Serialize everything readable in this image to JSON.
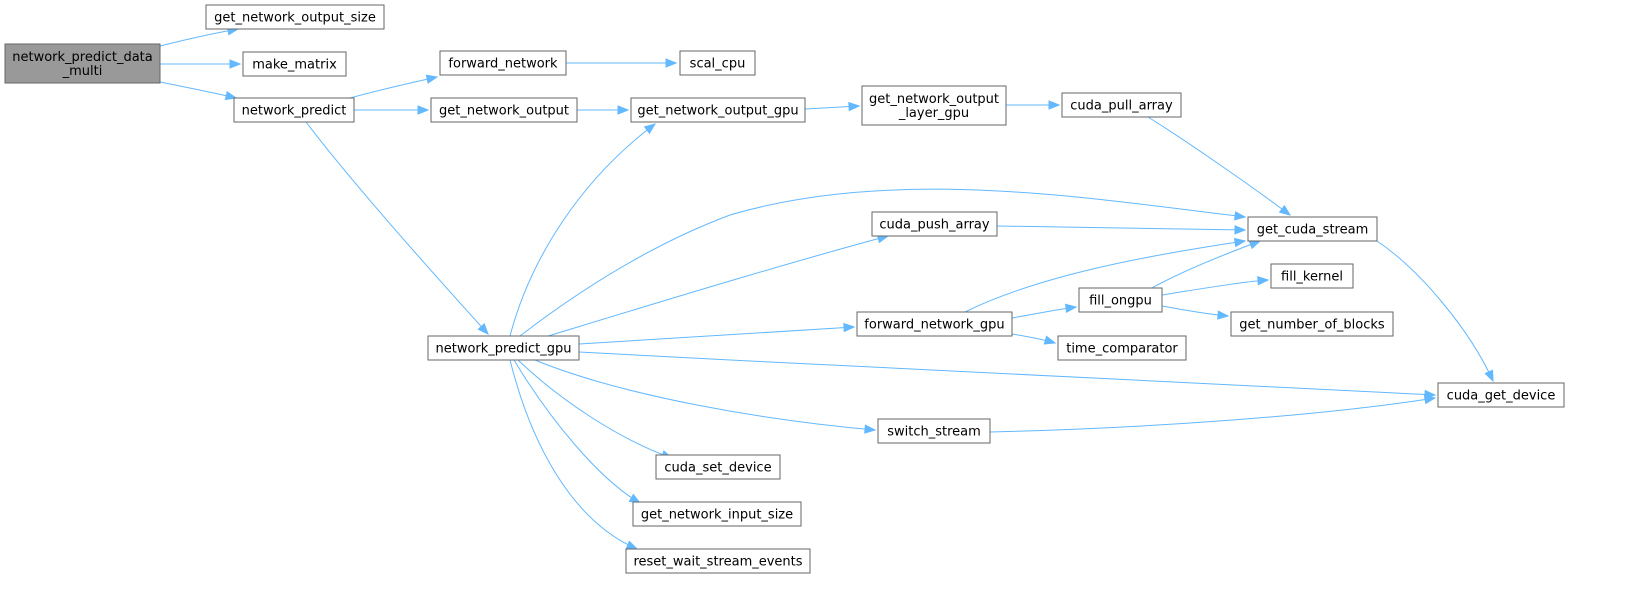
{
  "diagram": {
    "colors": {
      "edge": "#63b8ff",
      "node_border": "#666666",
      "node_fill": "#ffffff",
      "root_fill": "#999999"
    },
    "nodes": [
      {
        "id": "network_predict_data_multi",
        "lines": [
          "network_predict_data",
          "_multi"
        ],
        "root": true
      },
      {
        "id": "get_network_output_size",
        "lines": [
          "get_network_output_size"
        ]
      },
      {
        "id": "make_matrix",
        "lines": [
          "make_matrix"
        ]
      },
      {
        "id": "network_predict",
        "lines": [
          "network_predict"
        ]
      },
      {
        "id": "forward_network",
        "lines": [
          "forward_network"
        ]
      },
      {
        "id": "scal_cpu",
        "lines": [
          "scal_cpu"
        ]
      },
      {
        "id": "get_network_output",
        "lines": [
          "get_network_output"
        ]
      },
      {
        "id": "get_network_output_gpu",
        "lines": [
          "get_network_output_gpu"
        ]
      },
      {
        "id": "get_network_output_layer_gpu",
        "lines": [
          "get_network_output",
          "_layer_gpu"
        ]
      },
      {
        "id": "cuda_pull_array",
        "lines": [
          "cuda_pull_array"
        ]
      },
      {
        "id": "network_predict_gpu",
        "lines": [
          "network_predict_gpu"
        ]
      },
      {
        "id": "cuda_push_array",
        "lines": [
          "cuda_push_array"
        ]
      },
      {
        "id": "get_cuda_stream",
        "lines": [
          "get_cuda_stream"
        ]
      },
      {
        "id": "forward_network_gpu",
        "lines": [
          "forward_network_gpu"
        ]
      },
      {
        "id": "fill_ongpu",
        "lines": [
          "fill_ongpu"
        ]
      },
      {
        "id": "fill_kernel",
        "lines": [
          "fill_kernel"
        ]
      },
      {
        "id": "get_number_of_blocks",
        "lines": [
          "get_number_of_blocks"
        ]
      },
      {
        "id": "time_comparator",
        "lines": [
          "time_comparator"
        ]
      },
      {
        "id": "cuda_get_device",
        "lines": [
          "cuda_get_device"
        ]
      },
      {
        "id": "switch_stream",
        "lines": [
          "switch_stream"
        ]
      },
      {
        "id": "cuda_set_device",
        "lines": [
          "cuda_set_device"
        ]
      },
      {
        "id": "get_network_input_size",
        "lines": [
          "get_network_input_size"
        ]
      },
      {
        "id": "reset_wait_stream_events",
        "lines": [
          "reset_wait_stream_events"
        ]
      }
    ],
    "edges": [
      [
        "network_predict_data_multi",
        "get_network_output_size"
      ],
      [
        "network_predict_data_multi",
        "make_matrix"
      ],
      [
        "network_predict_data_multi",
        "network_predict"
      ],
      [
        "network_predict",
        "forward_network"
      ],
      [
        "network_predict",
        "get_network_output"
      ],
      [
        "network_predict",
        "network_predict_gpu"
      ],
      [
        "forward_network",
        "scal_cpu"
      ],
      [
        "get_network_output",
        "get_network_output_gpu"
      ],
      [
        "get_network_output_gpu",
        "get_network_output_layer_gpu"
      ],
      [
        "get_network_output_layer_gpu",
        "cuda_pull_array"
      ],
      [
        "cuda_pull_array",
        "get_cuda_stream"
      ],
      [
        "network_predict_gpu",
        "get_network_output_gpu"
      ],
      [
        "network_predict_gpu",
        "get_cuda_stream"
      ],
      [
        "network_predict_gpu",
        "cuda_push_array"
      ],
      [
        "network_predict_gpu",
        "forward_network_gpu"
      ],
      [
        "network_predict_gpu",
        "cuda_get_device"
      ],
      [
        "network_predict_gpu",
        "switch_stream"
      ],
      [
        "network_predict_gpu",
        "cuda_set_device"
      ],
      [
        "network_predict_gpu",
        "get_network_input_size"
      ],
      [
        "network_predict_gpu",
        "reset_wait_stream_events"
      ],
      [
        "cuda_push_array",
        "get_cuda_stream"
      ],
      [
        "forward_network_gpu",
        "get_cuda_stream"
      ],
      [
        "forward_network_gpu",
        "fill_ongpu"
      ],
      [
        "forward_network_gpu",
        "time_comparator"
      ],
      [
        "fill_ongpu",
        "get_cuda_stream"
      ],
      [
        "fill_ongpu",
        "fill_kernel"
      ],
      [
        "fill_ongpu",
        "get_number_of_blocks"
      ],
      [
        "get_cuda_stream",
        "cuda_get_device"
      ],
      [
        "switch_stream",
        "cuda_get_device"
      ]
    ]
  }
}
